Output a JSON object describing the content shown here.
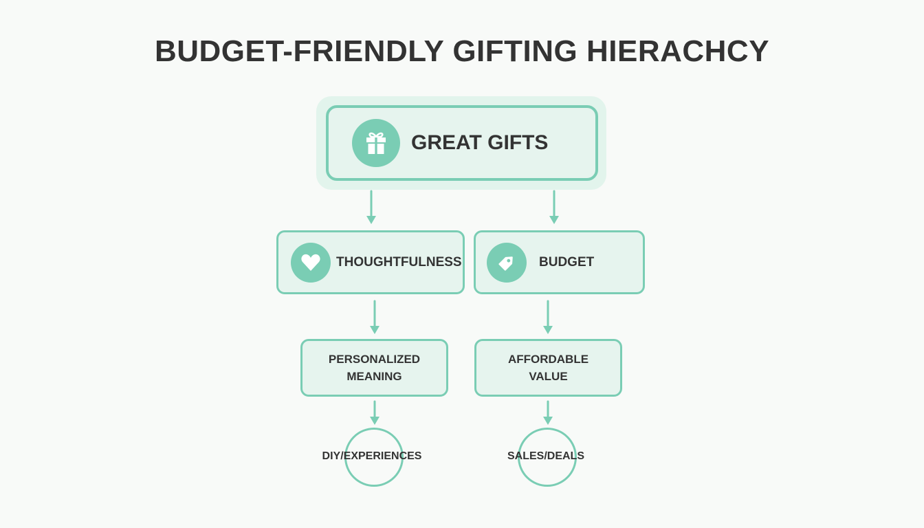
{
  "title": "BUDGET-FRIENDLY GIFTING HIERACHCY",
  "colors": {
    "accent": "#7acdb4",
    "box_fill": "#e6f4ee",
    "text": "#333333",
    "background": "#f8faf8"
  },
  "root": {
    "label": "GREAT GIFTS",
    "icon": "gift-icon"
  },
  "level2": [
    {
      "label": "THOUGHTFULNESS",
      "icon": "heart-icon"
    },
    {
      "label": "BUDGET",
      "icon": "price-tag-icon"
    }
  ],
  "level3": [
    {
      "line1": "PERSONALIZED",
      "line2": "MEANING"
    },
    {
      "line1": "AFFORDABLE",
      "line2": "VALUE"
    }
  ],
  "level4": [
    {
      "label": "DIY/EXPERIENCES"
    },
    {
      "label": "SALES/DEALS"
    }
  ]
}
